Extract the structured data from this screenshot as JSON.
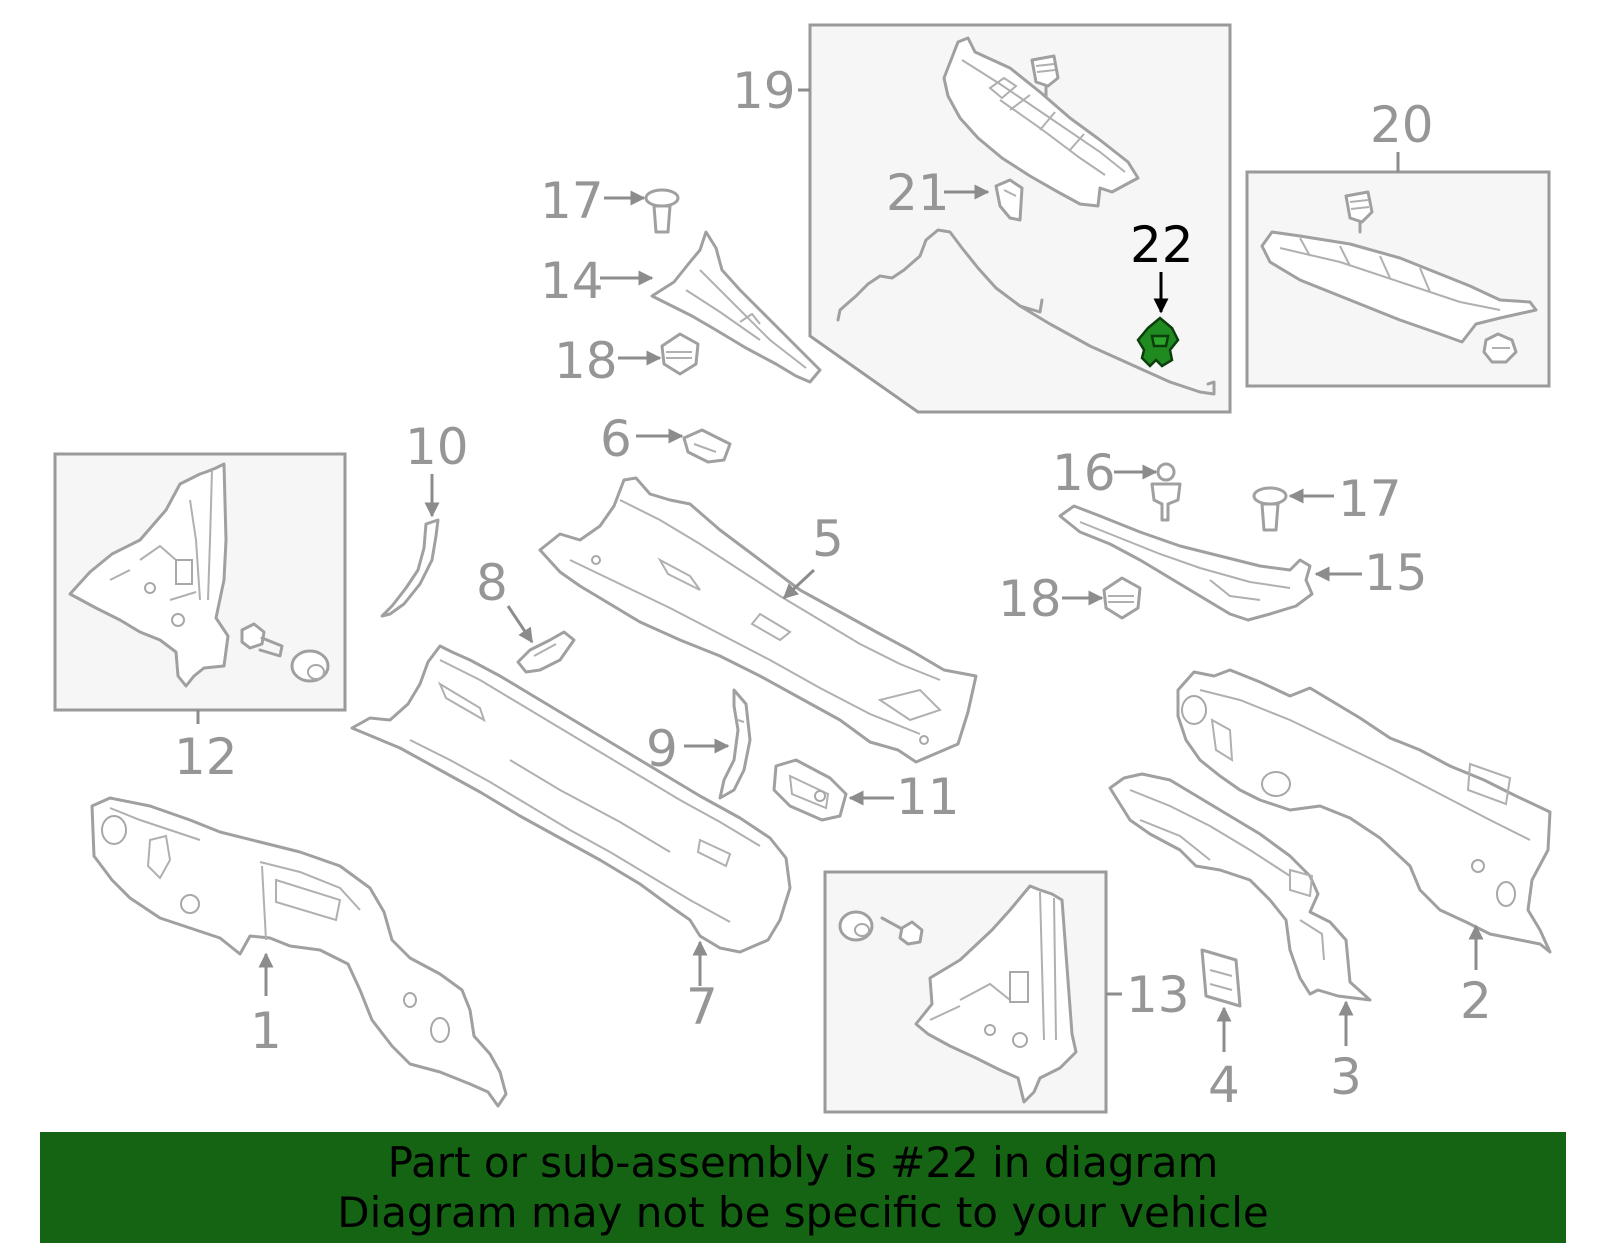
{
  "callouts": {
    "c1": "1",
    "c2": "2",
    "c3": "3",
    "c4": "4",
    "c5": "5",
    "c6": "6",
    "c7": "7",
    "c8": "8",
    "c9": "9",
    "c10": "10",
    "c11": "11",
    "c12": "12",
    "c13": "13",
    "c14": "14",
    "c15": "15",
    "c16": "16",
    "c17a": "17",
    "c17b": "17",
    "c18a": "18",
    "c18b": "18",
    "c19": "19",
    "c20": "20",
    "c21": "21",
    "c22": "22"
  },
  "highlight": {
    "part_number": "22",
    "color": "#1f8a1f"
  },
  "banner": {
    "line1": "Part or sub-assembly is #22 in diagram",
    "line2": "Diagram may not be specific to your vehicle",
    "background": "#146414"
  }
}
